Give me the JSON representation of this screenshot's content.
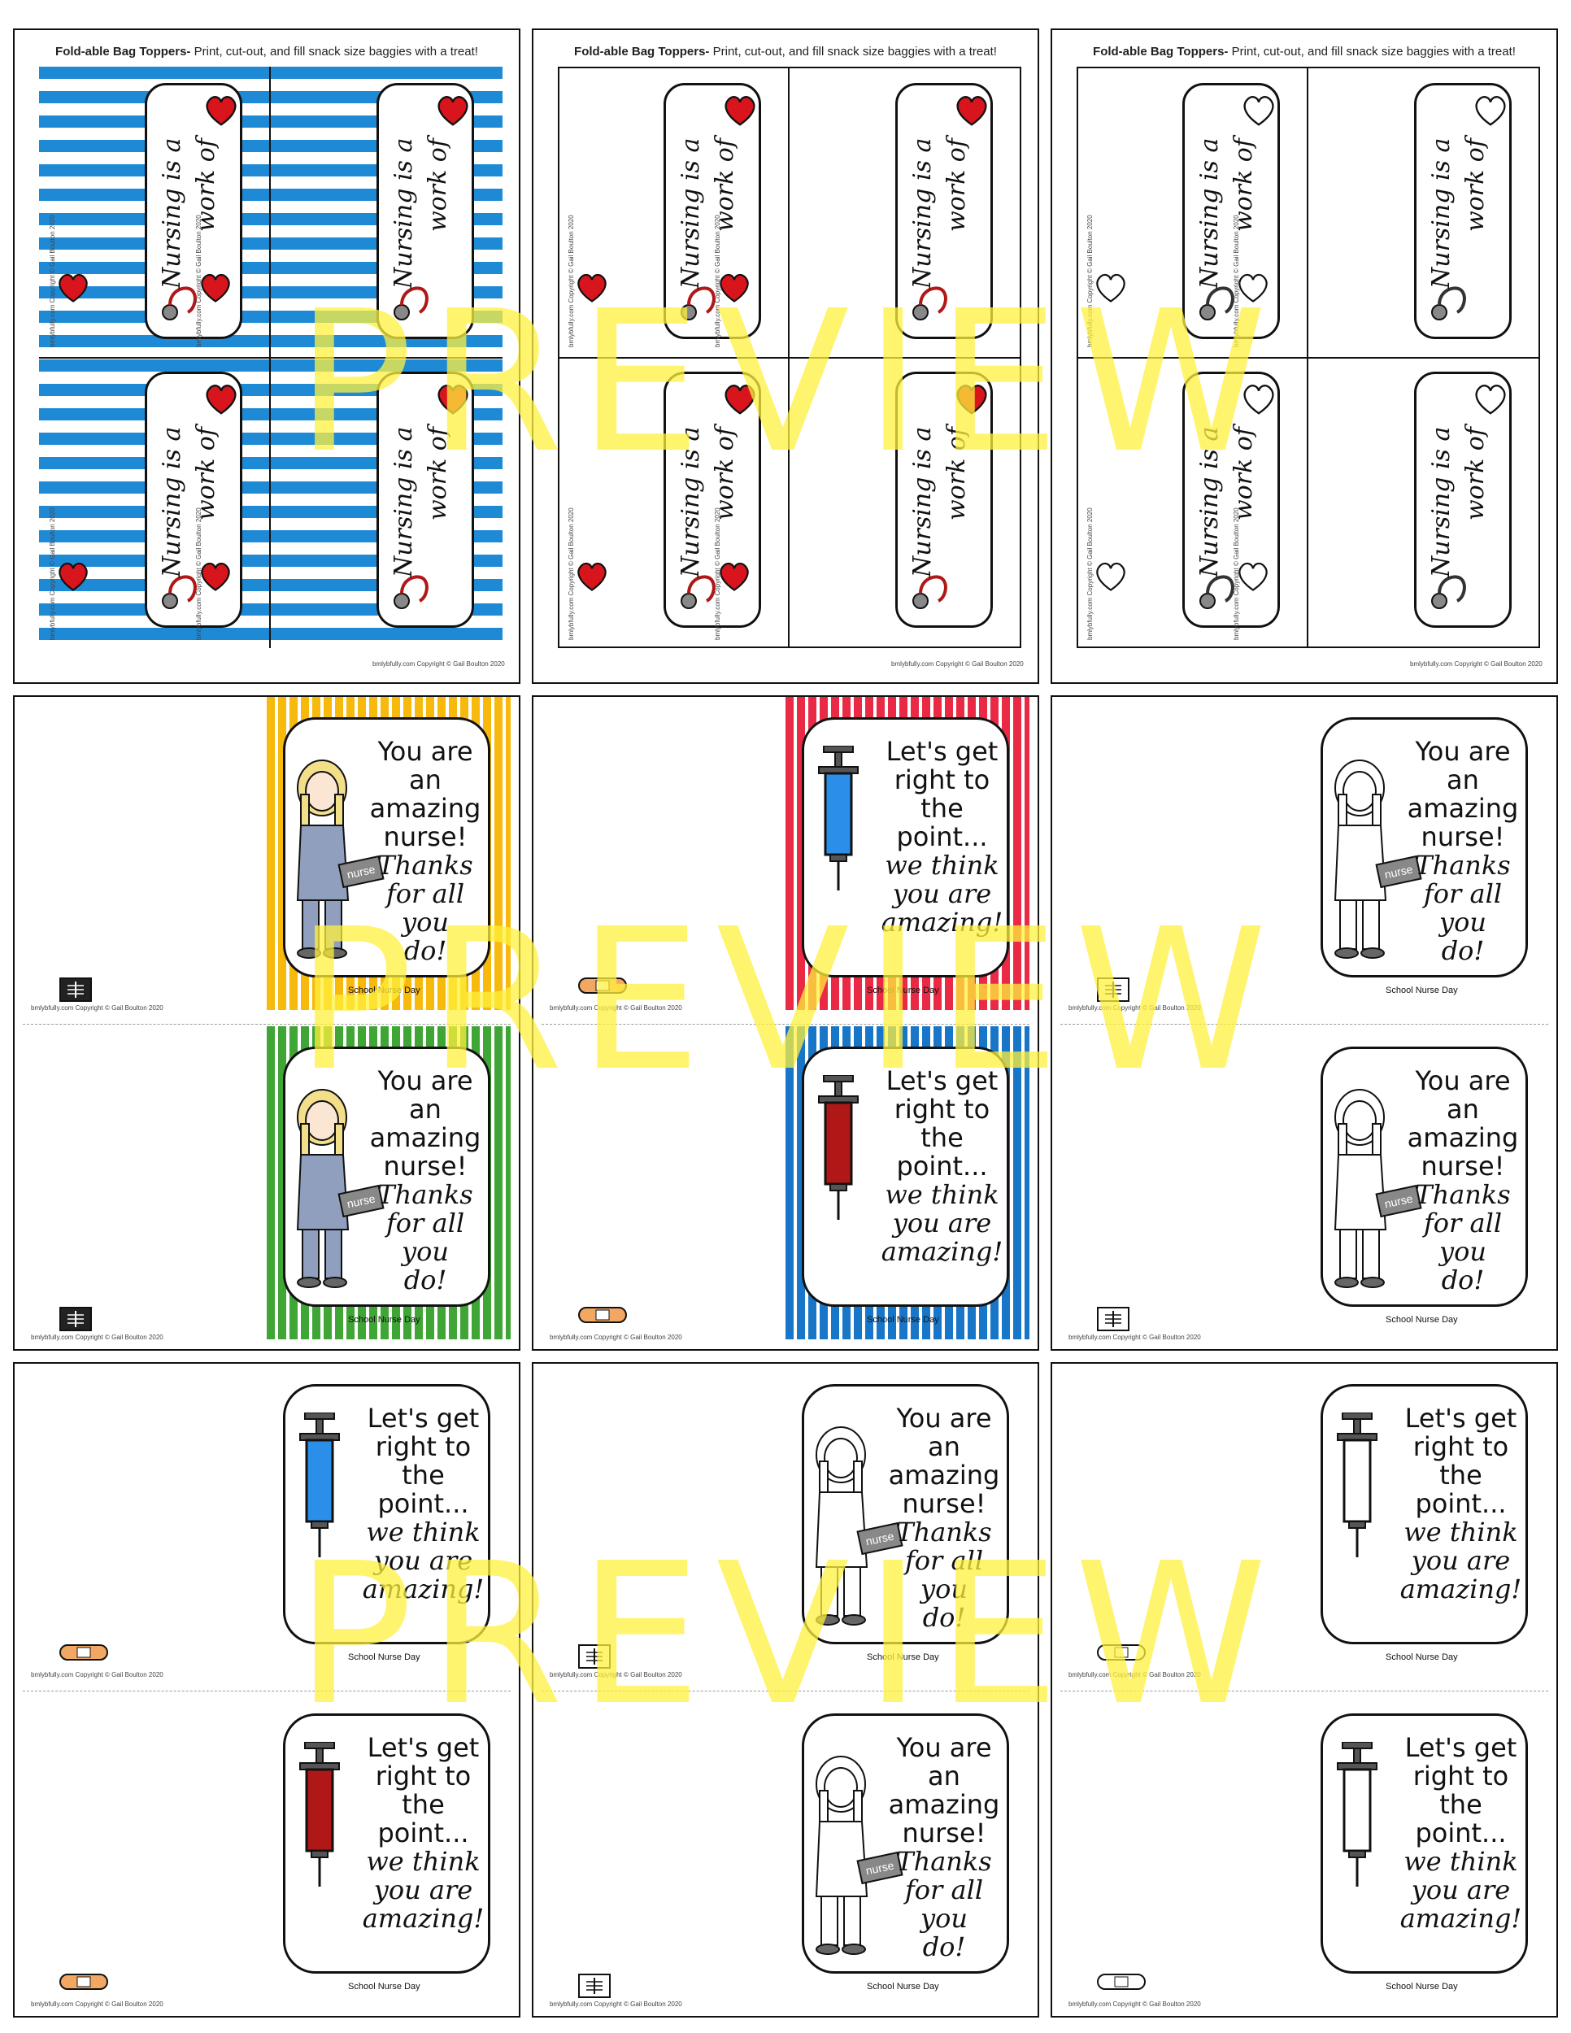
{
  "pages_row1": {
    "title_bold": "Fold-able Bag Toppers-",
    "title_rest": " Print, cut-out, and fill snack size baggies with a treat!",
    "tag_text_line1": "Nursing is a",
    "tag_text_line2": "work of",
    "side_copy": "bmlybfully.com  Copyright © Gail Boulton 2020",
    "footer": "bmlybfully.com  Copyright © Gail Boulton 2020"
  },
  "card_nurse": {
    "line1": "You are",
    "line2": "an",
    "line3": "amazing",
    "line4": "nurse!",
    "line5": "Thanks",
    "line6": "for all",
    "line7": "you",
    "line8": "do!",
    "badge": "nurse"
  },
  "card_point": {
    "line1": "Let's get",
    "line2": "right to",
    "line3": "the",
    "line4": "point...",
    "line5": "we think",
    "line6": "you are",
    "line7": "amazing!"
  },
  "event": "School Nurse Day",
  "footer_small": "bmlybfully.com  Copyright © Gail Boulton 2020",
  "watermark": "PREVIEW",
  "colors": {
    "blue": "#1e8ad6",
    "red_heart": "#d8141c",
    "yellow": "#f6b90c",
    "green": "#3fa535",
    "pink": "#ea2a45",
    "stripe_blue": "#1876c8"
  }
}
